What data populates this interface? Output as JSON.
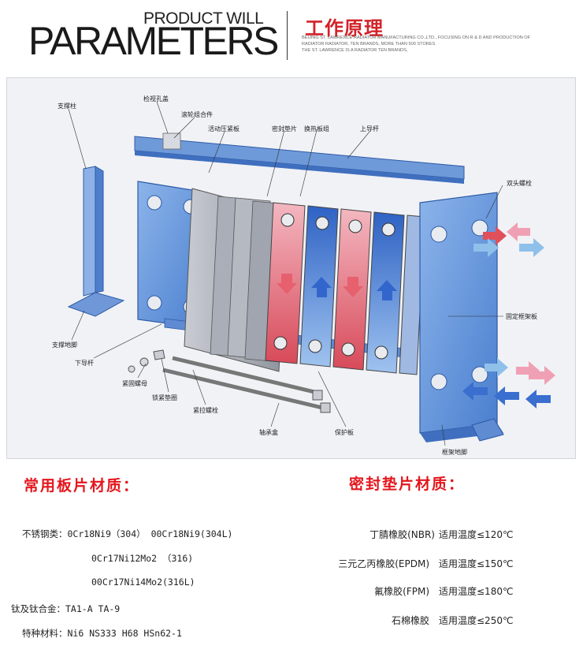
{
  "header": {
    "product_will": "PRODUCT WILL",
    "parameters": "PARAMETERS",
    "title_cn": "工作原理",
    "sub_lines": [
      "BEIJING ST. LAWRENCE RADIATOR MANUFACTURING CO.,LTD., FOCUSING ON R & D AND PRODUCTION OF",
      "RADIATOR RADIATOR, TEN BRANDS, MORE THAN 500 STORES",
      "THE ST. LAWRENCE IS A RADIATOR TEN BRANDS,"
    ]
  },
  "diagram": {
    "labels": {
      "support_column": "支撑柱",
      "inspection_cover": "检视孔盖",
      "roller_assembly": "滚轮组合件",
      "movable_plate": "活动压紧板",
      "sealing_gasket": "密封垫片",
      "plate_pack": "换热板组",
      "upper_guide": "上导杆",
      "double_bolt": "双头螺栓",
      "fixed_frame": "固定框架板",
      "support_foot": "支撑地脚",
      "lower_guide": "下导杆",
      "lock_nut": "紧固螺母",
      "lock_washer": "锁紧垫圈",
      "tie_bolt": "紧拉螺栓",
      "bearing_box": "轴承盒",
      "guard_plate": "保护板",
      "frame_foot": "框架地脚"
    },
    "colors": {
      "frame": "#5b8fd6",
      "frame_dark": "#2f5fae",
      "hot": "#e0505a",
      "cold": "#3a6fd0",
      "hot_arrow_light": "#f0a0b4",
      "cold_arrow_light": "#8fc0ea"
    }
  },
  "plate_materials": {
    "title": "常用板片材质：",
    "rows": [
      "不锈钢类：0Cr18Ni9（304） 00Cr18Ni9(304L)",
      "0Cr17Ni12Mo2 （316)",
      "00Cr17Ni14Mo2(316L)",
      "钛及钛合金：TA1-A  TA-9",
      "特种材料：Ni6 NS333 H68 HSn62-1"
    ]
  },
  "gasket_materials": {
    "title": "密封垫片材质：",
    "rows": [
      {
        "name": "丁腈橡胶(NBR)",
        "temp": "适用温度≤120℃"
      },
      {
        "name": "三元乙丙橡胶(EPDM)",
        "temp": "适用温度≤150℃"
      },
      {
        "name": "氟橡胶(FPM)",
        "temp": "适用温度≤180℃"
      },
      {
        "name": "石棉橡胶",
        "temp": "适用温度≤250℃"
      }
    ]
  }
}
